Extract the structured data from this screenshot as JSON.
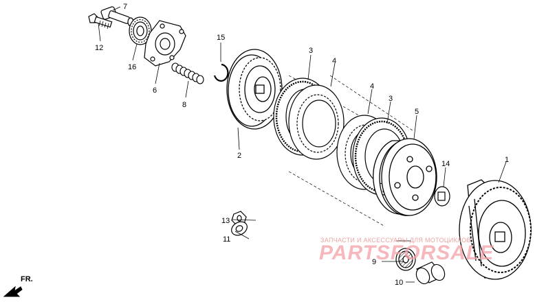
{
  "diagram": {
    "callouts": [
      {
        "id": "7",
        "label": "7"
      },
      {
        "id": "12",
        "label": "12"
      },
      {
        "id": "16",
        "label": "16"
      },
      {
        "id": "6",
        "label": "6"
      },
      {
        "id": "15",
        "label": "15"
      },
      {
        "id": "8",
        "label": "8"
      },
      {
        "id": "2",
        "label": "2"
      },
      {
        "id": "3a",
        "label": "3"
      },
      {
        "id": "4a",
        "label": "4"
      },
      {
        "id": "4b",
        "label": "4"
      },
      {
        "id": "3b",
        "label": "3"
      },
      {
        "id": "5",
        "label": "5"
      },
      {
        "id": "14",
        "label": "14"
      },
      {
        "id": "1",
        "label": "1"
      },
      {
        "id": "13",
        "label": "13"
      },
      {
        "id": "11",
        "label": "11"
      },
      {
        "id": "9",
        "label": "9"
      },
      {
        "id": "10",
        "label": "10"
      }
    ],
    "direction_label": "FR.",
    "watermark_caption": "ЗАПЧАСТИ И АКСЕССУАРЫ ДЛЯ МОТОЦИКЛОВ",
    "watermark_brand": "PARTSFORSALE",
    "colors": {
      "ink": "#000000",
      "watermark": "#f3a0a8"
    }
  }
}
